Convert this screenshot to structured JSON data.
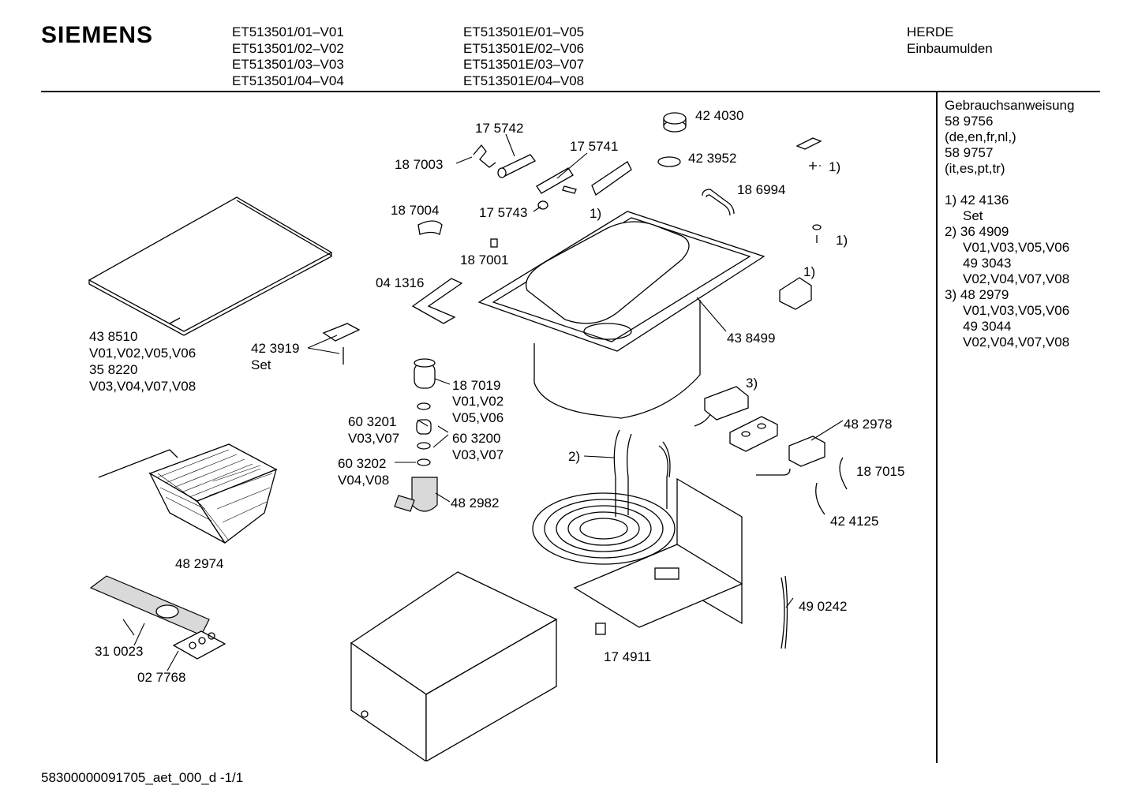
{
  "header": {
    "brand": "SIEMENS",
    "models_col1": [
      "ET513501/01–V01",
      "ET513501/02–V02",
      "ET513501/03–V03",
      "ET513501/04–V04"
    ],
    "models_col2": [
      "ET513501E/01–V05",
      "ET513501E/02–V06",
      "ET513501E/03–V07",
      "ET513501E/04–V08"
    ],
    "category": [
      "HERDE",
      "Einbaumulden"
    ]
  },
  "sidebar": {
    "manual_title": "Gebrauchsanweisung",
    "manual_1_no": "58 9756",
    "manual_1_lang": "(de,en,fr,nl,)",
    "manual_2_no": "58 9757",
    "manual_2_lang": "(it,es,pt,tr)",
    "notes": [
      {
        "ref": "1)",
        "lines": [
          "42 4136",
          "Set"
        ]
      },
      {
        "ref": "2)",
        "lines": [
          "36 4909",
          "V01,V03,V05,V06",
          "49 3043",
          "V02,V04,V07,V08"
        ]
      },
      {
        "ref": "3)",
        "lines": [
          "48 2979",
          "V01,V03,V05,V06",
          "49 3044",
          "V02,V04,V07,V08"
        ]
      }
    ]
  },
  "parts": {
    "p175742": "17 5742",
    "p187003": "18 7003",
    "p175741": "17 5741",
    "p424030": "42 4030",
    "p423952": "42 3952",
    "ref1a": "1)",
    "p186994": "18 6994",
    "p187004": "18 7004",
    "p175743": "17 5743",
    "ref1b": "1)",
    "ref1c": "1)",
    "ref1d": "1)",
    "p187001": "18 7001",
    "p041316": "04 1316",
    "p438499": "43 8499",
    "p438510": "43 8510",
    "p438510v": "V01,V02,V05,V06",
    "p358220": "35 8220",
    "p358220v": "V03,V04,V07,V08",
    "p423919": "42 3919",
    "p423919s": "Set",
    "p187019": "18 7019",
    "p187019v1": "V01,V02",
    "p187019v2": "V05,V06",
    "p603201": "60 3201",
    "p603201v": "V03,V07",
    "p603200": "60 3200",
    "p603200v": "V03,V07",
    "p603202": "60 3202",
    "p603202v": "V04,V08",
    "p482982": "48 2982",
    "ref3": "3)",
    "p482978": "48 2978",
    "ref2": "2)",
    "p187015": "18 7015",
    "p424125": "42 4125",
    "p482974": "48 2974",
    "p490242": "49 0242",
    "p310023": "31 0023",
    "p174911": "17 4911",
    "p027768": "02 7768"
  },
  "footer": {
    "doc_id": "58300000091705_aet_000_d -1/1"
  }
}
